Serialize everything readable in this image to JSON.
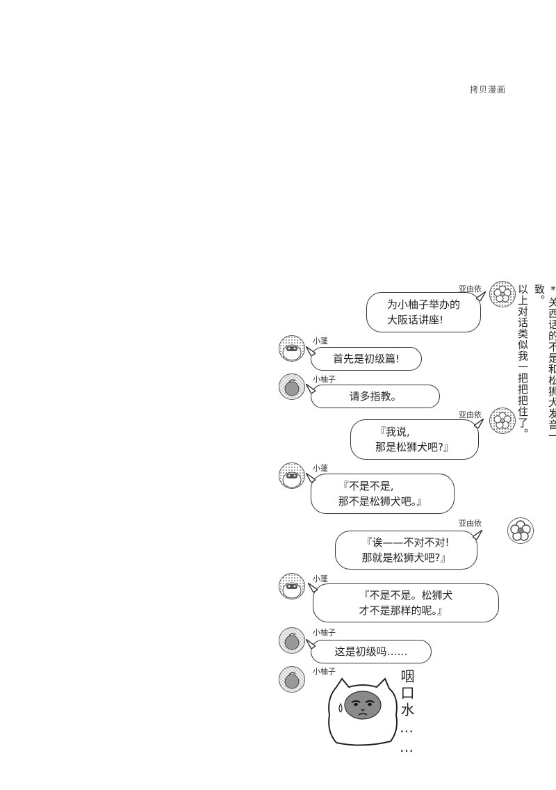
{
  "watermark": "拷贝漫画",
  "footnote": {
    "line1": "*关西话的不是和松狮犬发音一致。",
    "line2": "以上对话类似我一把把把住了。"
  },
  "speakers": {
    "aiyi": "亚由依",
    "xiaopeng": "小蓬",
    "xiaoyouzi": "小柚子"
  },
  "messages": [
    {
      "speaker": "亚由依",
      "side": "right",
      "text": "为小柚子举办的\n大阪话讲座!"
    },
    {
      "speaker": "小蓬",
      "side": "left",
      "text": "首先是初级篇!"
    },
    {
      "speaker": "小柚子",
      "side": "left",
      "text": "请多指教。"
    },
    {
      "speaker": "亚由依",
      "side": "right",
      "text": "『我说,\n那是松狮犬吧?』"
    },
    {
      "speaker": "小蓬",
      "side": "left",
      "text": "『不是不是,\n那不是松狮犬吧。』"
    },
    {
      "speaker": "亚由依",
      "side": "right",
      "text": "『诶——不对不对!\n那就是松狮犬吧?』"
    },
    {
      "speaker": "小蓬",
      "side": "left",
      "text": "『不是不是。松狮犬\n才不是那样的呢。』"
    },
    {
      "speaker": "小柚子",
      "side": "left",
      "text": "这是初级吗……"
    }
  ],
  "last_speaker": "小柚子",
  "sound_effect": "咽口水……",
  "colors": {
    "ink": "#222222",
    "screentone": "#9a9a9a"
  }
}
